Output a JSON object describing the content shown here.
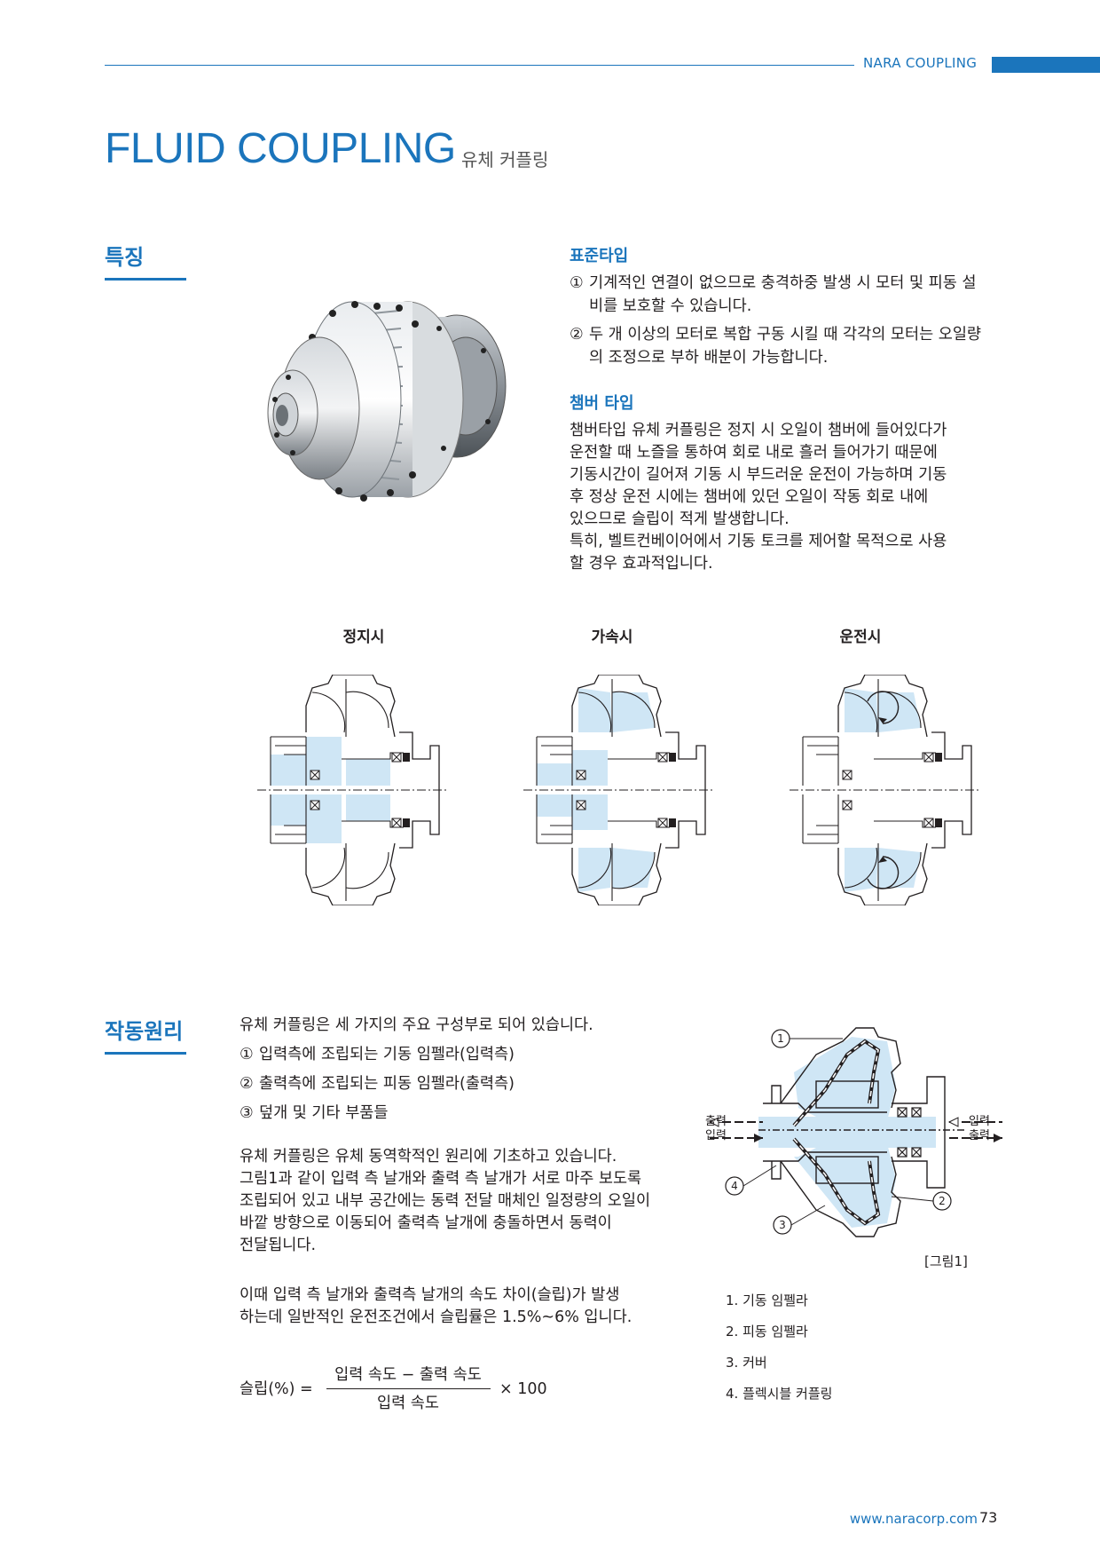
{
  "header": {
    "brand": "NARA COUPLING"
  },
  "title": {
    "en": "FLUID COUPLING",
    "ko": "유체 커플링"
  },
  "features": {
    "heading": "특징",
    "standard": {
      "title": "표준타입",
      "items": [
        {
          "num": "①",
          "text": "기계적인 연결이 없으므로 충격하중 발생 시 모터 및 피동 설비를 보호할 수 있습니다."
        },
        {
          "num": "②",
          "text": "두 개 이상의 모터로 복합 구동 시킬 때 각각의 모터는 오일량의 조정으로 부하 배분이 가능합니다."
        }
      ]
    },
    "chamber": {
      "title": "챔버 타입",
      "lines": [
        "챔버타입 유체 커플링은 정지 시 오일이 챔버에 들어있다가",
        "운전할 때 노즐을 통하여 회로 내로 흘러 들어가기 때문에",
        "기동시간이 길어져 기동 시 부드러운 운전이 가능하며 기동",
        "후 정상 운전 시에는 챔버에 있던 오일이 작동 회로 내에",
        "있으므로 슬립이 적게 발생합니다.",
        "특히, 벨트컨베이어에서 기동 토크를 제어할 목적으로 사용",
        "할 경우 효과적입니다."
      ]
    }
  },
  "stages": [
    {
      "label": "정지시",
      "mode": "stop"
    },
    {
      "label": "가속시",
      "mode": "accel"
    },
    {
      "label": "운전시",
      "mode": "run"
    }
  ],
  "principle": {
    "heading": "작동원리",
    "intro": "유체 커플링은 세 가지의 주요 구성부로 되어 있습니다.",
    "parts": [
      {
        "num": "①",
        "text": "입력측에 조립되는 기동 임펠라(입력측)"
      },
      {
        "num": "②",
        "text": "출력측에 조립되는 피동 임펠라(출력측)"
      },
      {
        "num": "③",
        "text": "덮개 및 기타 부품들"
      }
    ],
    "para1": [
      "유체 커플링은 유체 동역학적인 원리에 기초하고 있습니다.",
      "그림1과 같이 입력 측 날개와 출력 측 날개가 서로 마주 보도록",
      "조립되어 있고 내부 공간에는 동력 전달 매체인 일정량의 오일이",
      "바깥 방향으로 이동되어 출력측 날개에 충돌하면서 동력이",
      "전달됩니다."
    ],
    "para2": [
      "이때 입력 측 날개와 출력측 날개의 속도 차이(슬립)가 발생",
      "하는데 일반적인 운전조건에서 슬립률은 1.5%~6% 입니다."
    ],
    "formula": {
      "lhs": "슬립(%) =",
      "numerator": "입력 속도 − 출력 속도",
      "denominator": "입력 속도",
      "rhs": "× 100"
    }
  },
  "figure1": {
    "caption": "[그림1]",
    "callouts": [
      "1",
      "2",
      "3",
      "4"
    ],
    "left_top": "출력",
    "left_bottom": "입력",
    "right_top": "입력",
    "right_bottom": "출력",
    "legend": [
      "1. 기동 임펠라",
      "2. 피동 임펠라",
      "3. 커버",
      "4. 플렉시블 커플링"
    ]
  },
  "footer": {
    "url": "www.naracorp.com",
    "page": "73"
  },
  "colors": {
    "accent": "#1b75bc",
    "oil": "#cfe6f5",
    "metal": "#b8bcc0"
  }
}
